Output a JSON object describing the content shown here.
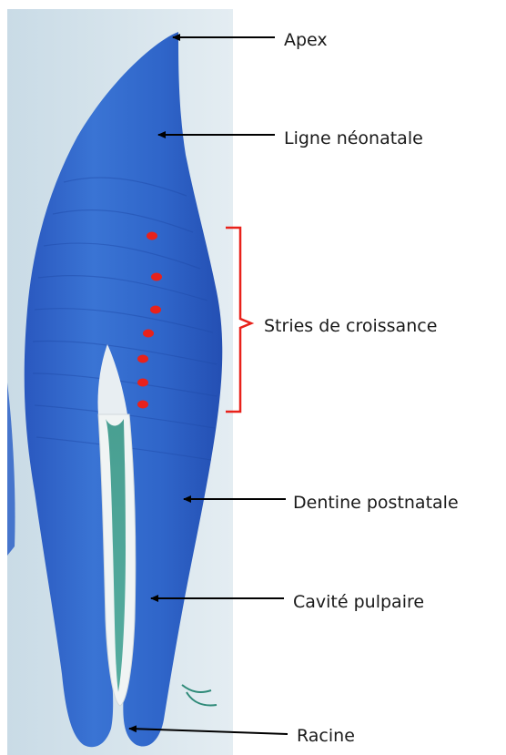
{
  "labels": {
    "apex": "Apex",
    "neonatal_line": "Ligne néonatale",
    "growth_striae": "Stries de croissance",
    "postnatal_dentin": "Dentine postnatale",
    "pulp_cavity": "Cavité pulpaire",
    "root": "Racine"
  },
  "colors": {
    "tooth_blue": "#2f63c7",
    "tooth_dark": "#1c3f9a",
    "pulp_green": "#2e8a78",
    "photo_background": "#d9e6ee",
    "marker_red": "#e8221b",
    "arrow": "#000000"
  },
  "growth_marker_count": 7
}
